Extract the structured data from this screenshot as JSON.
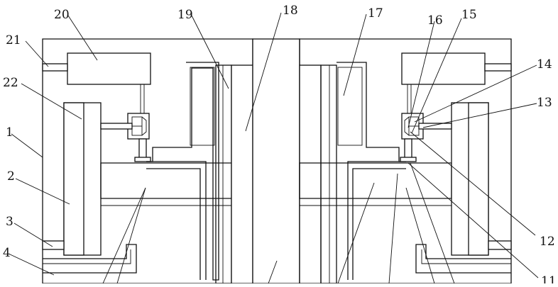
{
  "figure": {
    "labels": {
      "l1": "1",
      "l2": "2",
      "l3": "3",
      "l4": "4",
      "l11": "11",
      "l12": "12",
      "l13": "13",
      "l14": "14",
      "l15": "15",
      "l16": "16",
      "l17": "17",
      "l18": "18",
      "l19": "19",
      "l20": "20",
      "l21": "21",
      "l22": "22"
    }
  }
}
